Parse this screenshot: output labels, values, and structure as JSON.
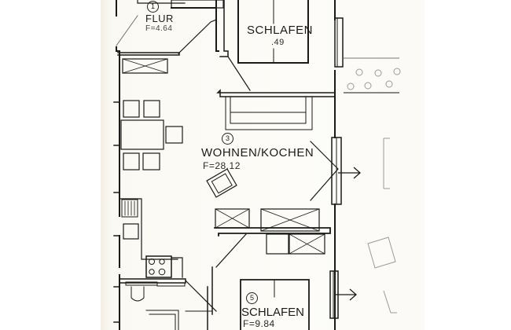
{
  "plan": {
    "paper_color": "#fbf9f3",
    "line_color": "#1a1a1a",
    "rooms": [
      {
        "number": "1",
        "name": "FLUR",
        "area": "F=4.64"
      },
      {
        "number": "",
        "name": "SCHLAFEN",
        "area": ".49"
      },
      {
        "number": "3",
        "name": "WOHNEN/KOCHEN",
        "area": "F=28.12"
      },
      {
        "number": "5",
        "name": "SCHLAFEN",
        "area": "F=9.84"
      }
    ],
    "symbols": {
      "window_arrow": "arrow-right",
      "furniture": [
        "dining-table",
        "chairs",
        "armchair",
        "sofa",
        "kitchen-sink",
        "stove",
        "toilet",
        "cabinets",
        "outdoor-plants",
        "outdoor-chairs"
      ]
    }
  }
}
